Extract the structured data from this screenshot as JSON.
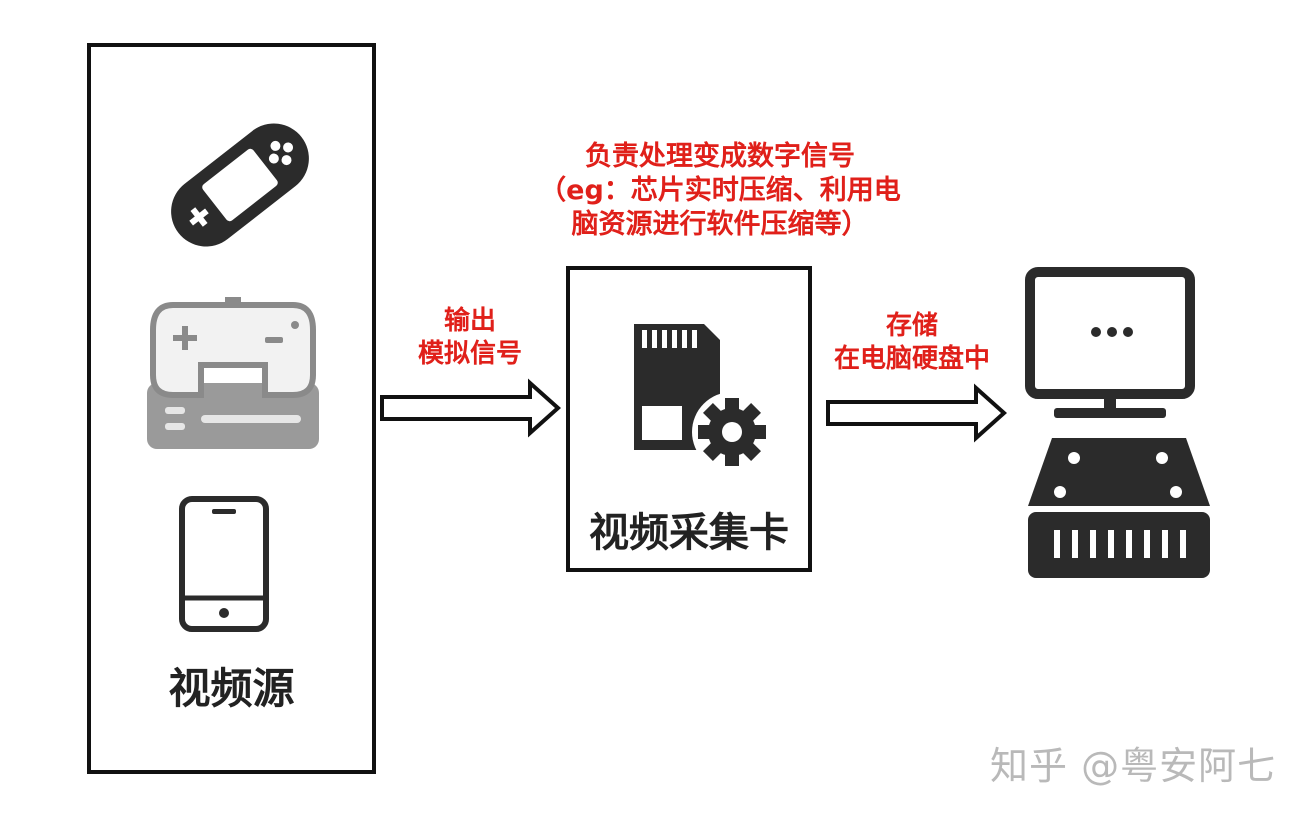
{
  "source": {
    "label": "视频源",
    "icons": [
      "handheld-console-icon",
      "game-console-icon",
      "smartphone-icon"
    ]
  },
  "capture_card": {
    "label": "视频采集卡",
    "icon": "sd-card-gear-icon",
    "description": [
      "负责处理变成数字信号",
      "（eg：芯片实时压缩、利用电",
      "脑资源进行软件压缩等）"
    ]
  },
  "arrows": {
    "output": [
      "输出",
      "模拟信号"
    ],
    "store": [
      "存储",
      "在电脑硬盘中"
    ]
  },
  "computer": {
    "icon": "computer-icon"
  },
  "watermark": "知乎 @粤安阿七",
  "colors": {
    "annotation": "#e0201a",
    "stroke": "#111111",
    "console_fill": "#9a9a9a",
    "icon_dark": "#2b2b2b"
  }
}
